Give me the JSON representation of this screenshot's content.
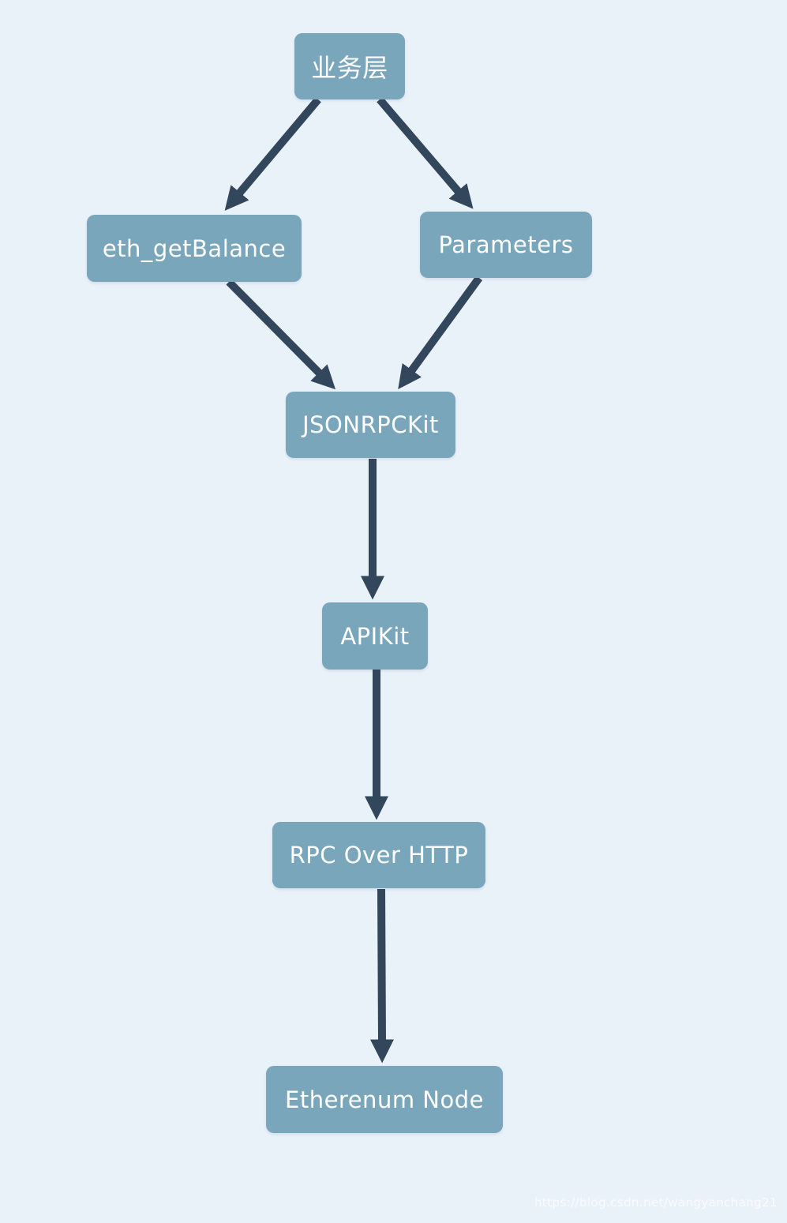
{
  "diagram": {
    "nodes": [
      {
        "id": "business-layer",
        "label": "业务层"
      },
      {
        "id": "eth-get-balance",
        "label": "eth_getBalance"
      },
      {
        "id": "parameters",
        "label": "Parameters"
      },
      {
        "id": "jsonrpckit",
        "label": "JSONRPCKit"
      },
      {
        "id": "apikit",
        "label": "APIKit"
      },
      {
        "id": "rpc-over-http",
        "label": "RPC Over HTTP"
      },
      {
        "id": "etherenum-node",
        "label": "Etherenum Node"
      }
    ],
    "edges": [
      {
        "from": "business-layer",
        "to": "eth-get-balance"
      },
      {
        "from": "business-layer",
        "to": "parameters"
      },
      {
        "from": "eth-get-balance",
        "to": "jsonrpckit"
      },
      {
        "from": "parameters",
        "to": "jsonrpckit"
      },
      {
        "from": "jsonrpckit",
        "to": "apikit"
      },
      {
        "from": "apikit",
        "to": "rpc-over-http"
      },
      {
        "from": "rpc-over-http",
        "to": "etherenum-node"
      }
    ],
    "colors": {
      "background": "#e9f1f9",
      "node_fill": "#7aa6bc",
      "node_text": "#ffffff",
      "arrow": "#33475c",
      "watermark": "rgba(255,255,255,0.75)"
    }
  },
  "watermark": {
    "text": "https://blog.csdn.net/wangyanchang21"
  }
}
